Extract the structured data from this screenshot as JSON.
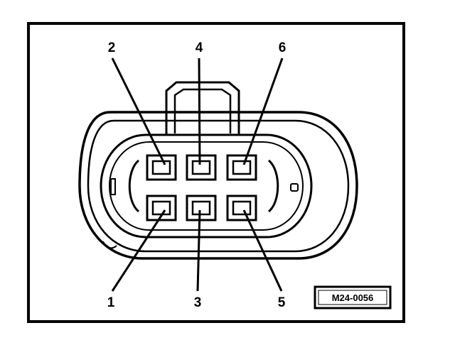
{
  "pins": [
    {
      "number": "1"
    },
    {
      "number": "2"
    },
    {
      "number": "3"
    },
    {
      "number": "4"
    },
    {
      "number": "5"
    },
    {
      "number": "6"
    }
  ],
  "reference_code": "M24-0056",
  "colors": {
    "ink": "#000000",
    "paper": "#ffffff"
  }
}
